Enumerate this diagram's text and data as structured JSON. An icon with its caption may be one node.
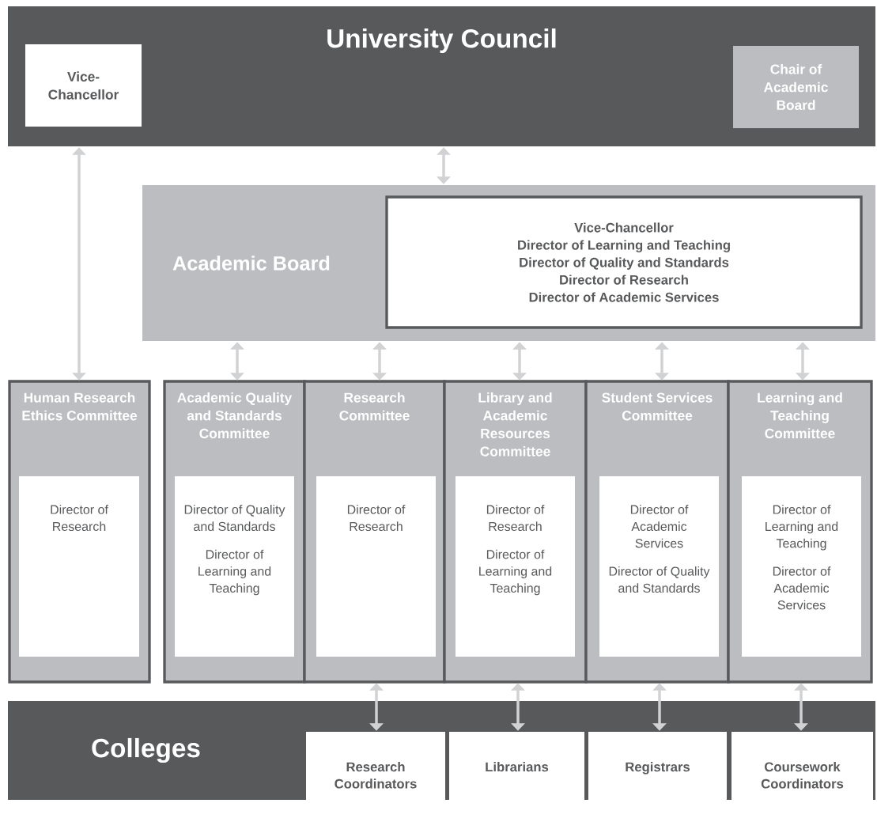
{
  "diagram": {
    "nodes": [
      {
        "text": [
          "University Council"
        ]
      },
      {
        "text": [
          "Vice-Chancellor"
        ],
        "in": 0
      },
      {
        "text": [
          "Chair of Academic Board"
        ],
        "in": 0
      },
      {
        "text": [
          "Academic Board"
        ]
      },
      {
        "text": [
          "Vice-Chancellor",
          "Director of Learning and Teaching",
          "Director of Quality and Standards",
          "Director of Research",
          "Director of Academic Services"
        ],
        "in": 3
      },
      {
        "text": [
          "Human Research Ethics Committee"
        ]
      },
      {
        "text": [
          "Director of Research"
        ],
        "in": 5
      },
      {
        "text": [
          "Academic Quality and Standards Committee"
        ]
      },
      {
        "text": [
          "Director of Quality and Standards",
          "Director of Learning and Teaching"
        ],
        "in": 7
      },
      {
        "text": [
          "Research Committee"
        ]
      },
      {
        "text": [
          "Director of Research"
        ],
        "in": 9
      },
      {
        "text": [
          "Library and Academic Resources Committee"
        ]
      },
      {
        "text": [
          "Director of Research",
          "Director of Learning and Teaching"
        ],
        "in": 11
      },
      {
        "text": [
          "Student Services Committee"
        ]
      },
      {
        "text": [
          "Director of Academic Services",
          "Director of Quality and Standards"
        ],
        "in": 13
      },
      {
        "text": [
          "Learning and Teaching Committee"
        ]
      },
      {
        "text": [
          "Director of Learning and Teaching",
          "Director of Academic Services"
        ],
        "in": 15
      },
      {
        "text": [
          "Colleges"
        ]
      },
      {
        "text": [
          "Research Coordinators"
        ],
        "in": 17
      },
      {
        "text": [
          "Librarians"
        ],
        "in": 17
      },
      {
        "text": [
          "Registrars"
        ],
        "in": 17
      },
      {
        "text": [
          "Coursework Coordinators"
        ],
        "in": 17
      }
    ],
    "edges": [
      {
        "from": 0,
        "to": 5,
        "arrow": "both"
      },
      {
        "from": 0,
        "to": 3,
        "arrow": "both"
      },
      {
        "from": 3,
        "to": 7,
        "arrow": "both"
      },
      {
        "from": 3,
        "to": 9,
        "arrow": "both"
      },
      {
        "from": 3,
        "to": 11,
        "arrow": "both"
      },
      {
        "from": 3,
        "to": 13,
        "arrow": "both"
      },
      {
        "from": 3,
        "to": 15,
        "arrow": "both"
      },
      {
        "from": 9,
        "to": 18,
        "arrow": "both"
      },
      {
        "from": 11,
        "to": 19,
        "arrow": "both"
      },
      {
        "from": 13,
        "to": 20,
        "arrow": "both"
      },
      {
        "from": 15,
        "to": 21,
        "arrow": "both"
      }
    ]
  }
}
